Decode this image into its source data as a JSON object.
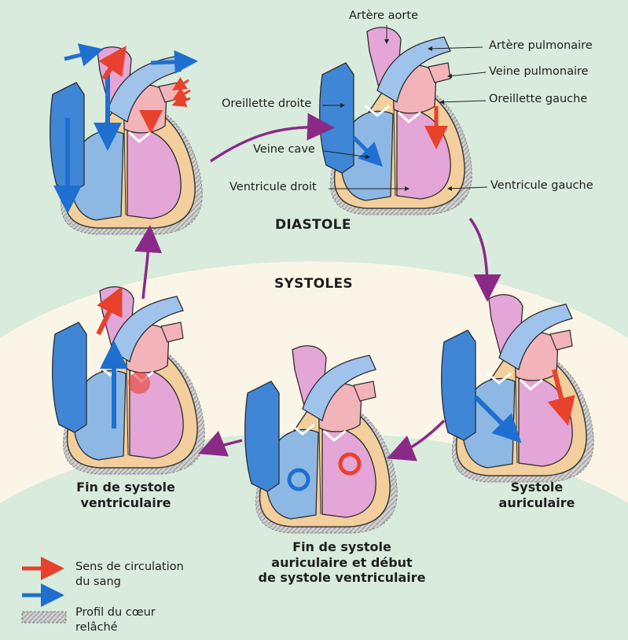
{
  "labels": {
    "artere_aorte": "Artère aorte",
    "artere_pulmonaire": "Artère pulmonaire",
    "veine_pulmonaire": "Veine pulmonaire",
    "oreillette_gauche": "Oreillette gauche",
    "oreillette_droite": "Oreillette droite",
    "veine_cave": "Veine cave",
    "ventricule_droit": "Ventricule droit",
    "ventricule_gauche": "Ventricule gauche"
  },
  "phases": {
    "diastole": "DIASTOLE",
    "systoles": "SYSTOLES"
  },
  "captions": {
    "fin_systole_ventriculaire": [
      "Fin de systole",
      "ventriculaire"
    ],
    "fin_systole_auriculaire": [
      "Fin de systole",
      "auriculaire et début",
      "de systole ventriculaire"
    ],
    "systole_auriculaire": [
      "Systole",
      "auriculaire"
    ]
  },
  "legend": [
    {
      "lines": [
        "Sens de circulation",
        "du sang"
      ],
      "color": "#e8412c"
    },
    {
      "lines": [
        "Sens de circulation",
        "du sang"
      ],
      "color": "#1f6fd1"
    },
    {
      "lines": [
        "Profil du cœur",
        "relâché"
      ],
      "color": "#9a9a9a"
    }
  ],
  "colors": {
    "background": "#d8ebdc",
    "systole_zone": "#fbf5e8",
    "cycle_arrow": "#8b2a86",
    "blood_flow_red": "#e8412c",
    "blood_flow_blue": "#1f6fd1",
    "right_heart": "#8db8e4",
    "left_heart": "#e4a6d6",
    "myocardium": "#f2cf9c",
    "atrium_left": "#f2b3b9"
  }
}
